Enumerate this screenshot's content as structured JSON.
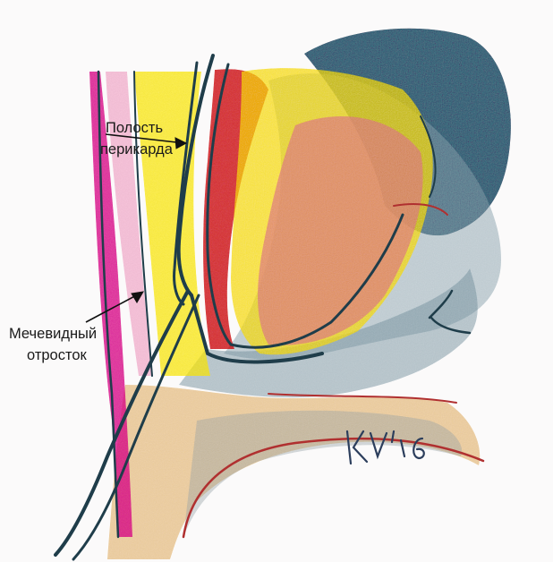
{
  "labels": {
    "pericardial_cavity": [
      "Полость",
      "перикарда"
    ],
    "xiphoid_process": [
      "Мечевидный",
      "отросток"
    ]
  },
  "signature": "KV'16",
  "colors": {
    "background": "#fbfafa",
    "magenta_layer": "#d3308a",
    "yellow_fat": "#f2e036",
    "red_muscle": "#c8323a",
    "pink_myocardium": "#d9808c",
    "dark_teal": "#2f4a5a",
    "gray_blue": "#8ea3ad",
    "orange_tissue": "#d8a86a",
    "outline": "#1f3d4a",
    "red_contour": "#b03030"
  }
}
